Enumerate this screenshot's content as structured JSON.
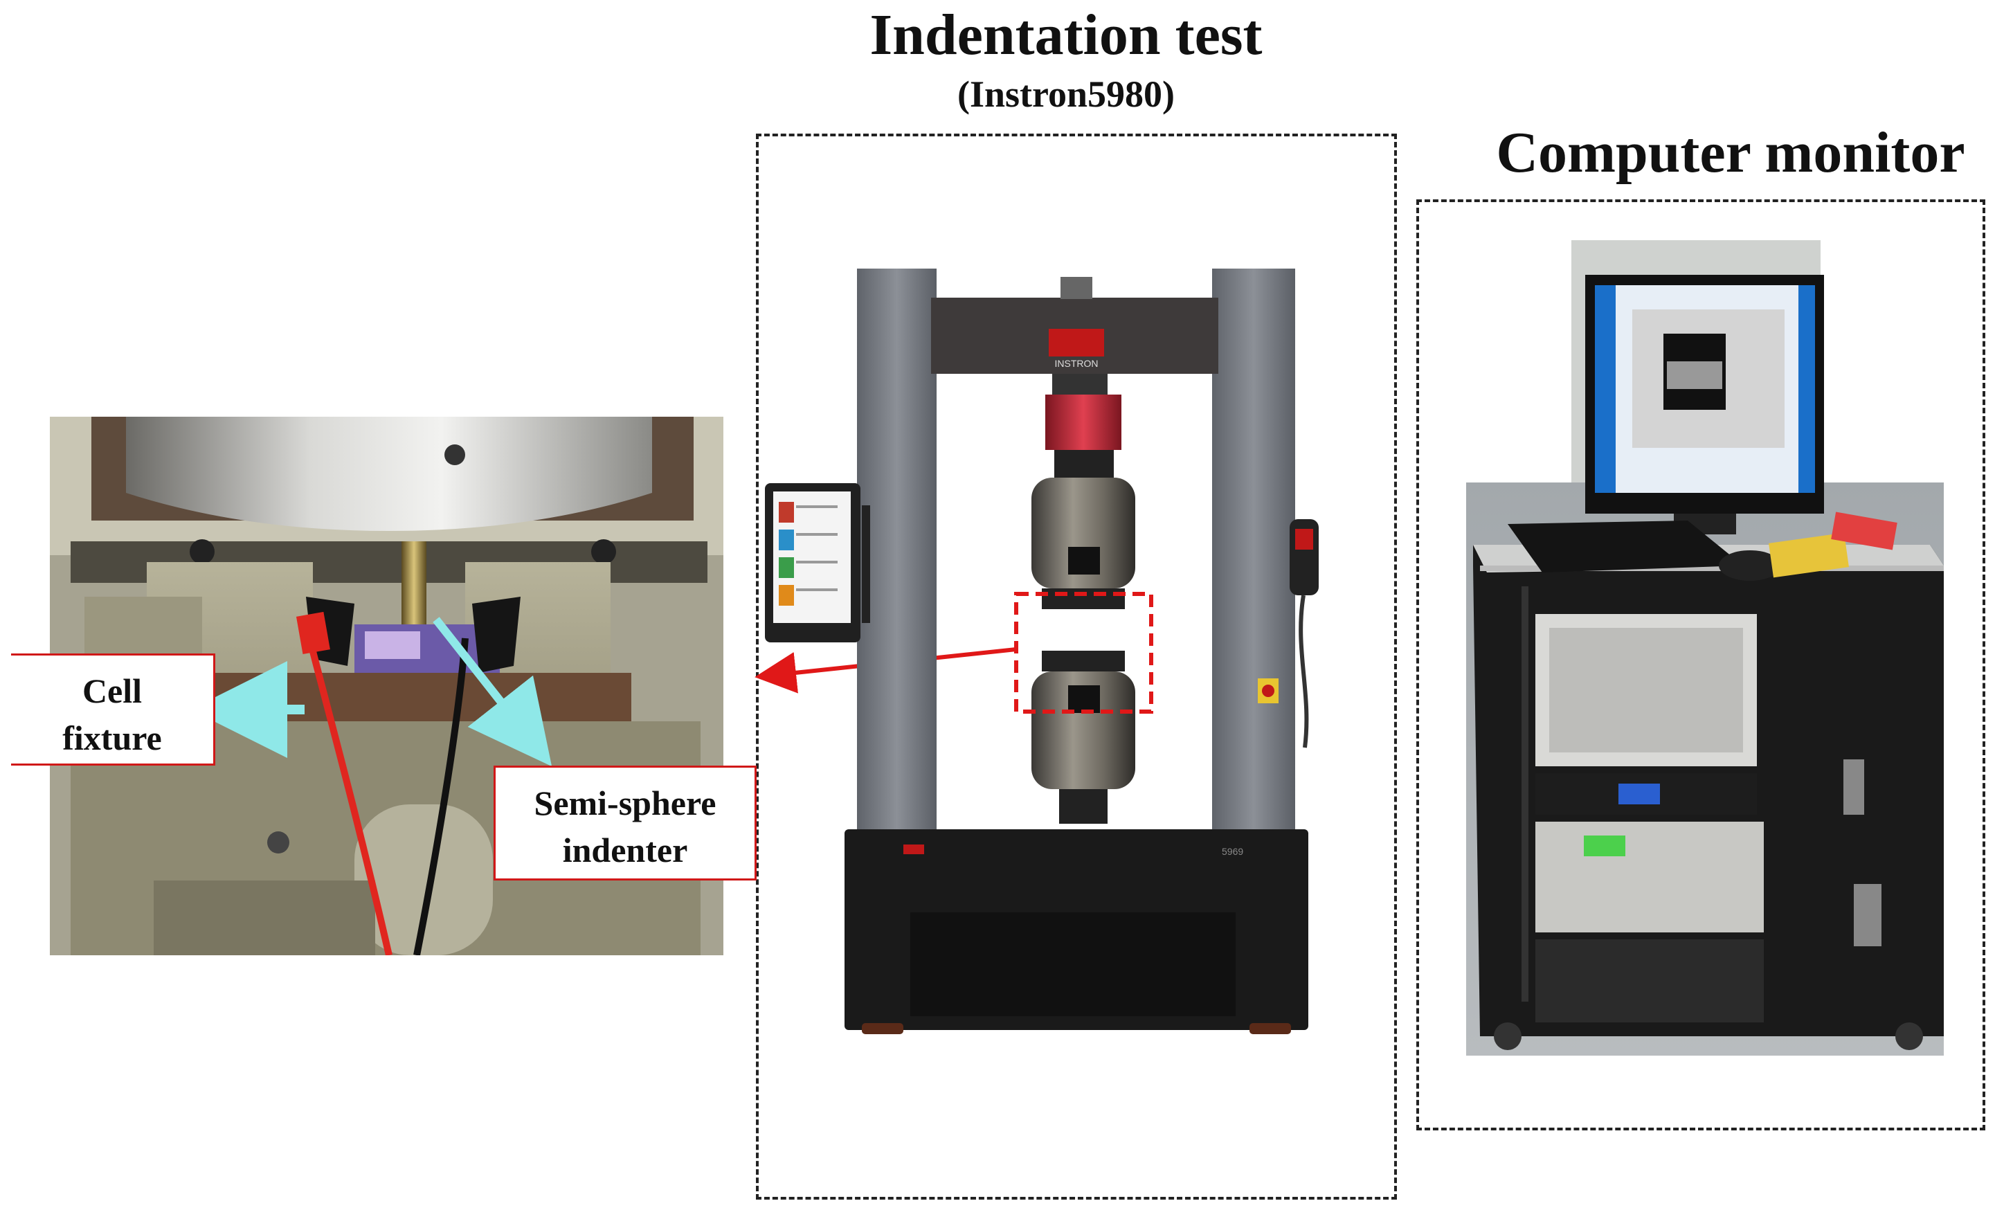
{
  "title": {
    "main": "Indentation test",
    "sub": "(Instron5980)"
  },
  "monitor_title": "Computer monitor",
  "labels": {
    "cell_fixture": [
      "Cell",
      "fixture"
    ],
    "indenter": [
      "Semi-sphere",
      "indenter"
    ]
  },
  "brand": "INSTRON",
  "model_number": "5969",
  "colors": {
    "red_marker": "#e01818",
    "cyan_arrow": "#8fe8e8",
    "dash": "#222222"
  }
}
